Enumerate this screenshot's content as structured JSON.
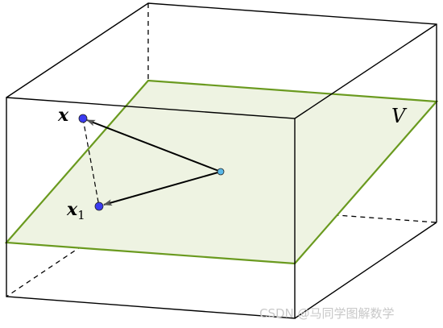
{
  "labels": {
    "x": "x",
    "x1_base": "x",
    "x1_sub": "1",
    "plane": "V"
  },
  "watermark": "CSDN @马同学图解数学",
  "colors": {
    "edge": "#000000",
    "plane_fill": "#eef3e2",
    "plane_stroke": "#6a9a1f",
    "point_blue": "#3b3bf0",
    "point_cyan": "#5ab8e8",
    "arrow": "#000000",
    "watermark": "#c8c8c8"
  }
}
